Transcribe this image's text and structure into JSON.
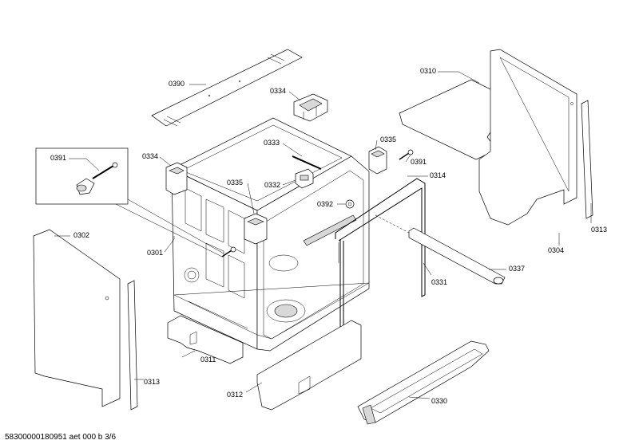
{
  "labels": {
    "l0390": "0390",
    "l0334a": "0334",
    "l0334b": "0334",
    "l0310": "0310",
    "l0391a": "0391",
    "l0391b": "0391",
    "l0333": "0333",
    "l0335a": "0335",
    "l0335b": "0335",
    "l0332": "0332",
    "l0314": "0314",
    "l0392": "0392",
    "l0313a": "0313",
    "l0313b": "0313",
    "l0302": "0302",
    "l0301": "0301",
    "l0337": "0337",
    "l0331": "0331",
    "l0304": "0304",
    "l0311": "0311",
    "l0312": "0312",
    "l0330": "0330"
  },
  "footer": "58300000180951 aet 000 b 3/6"
}
